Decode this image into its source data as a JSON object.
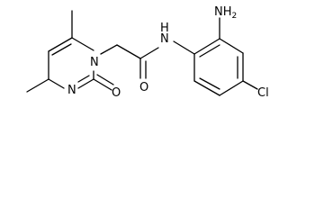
{
  "labels": {
    "nh2": {
      "main": "NH",
      "sub": "2"
    },
    "nh": "N",
    "nh_h": "H",
    "ring_n1": "N",
    "ring_n3": "N",
    "carbonyl_o_amide": "O",
    "carbonyl_o_ring": "O",
    "cl": "Cl"
  },
  "colors": {
    "bond": "#000000",
    "text": "#000000",
    "background": "#ffffff"
  }
}
